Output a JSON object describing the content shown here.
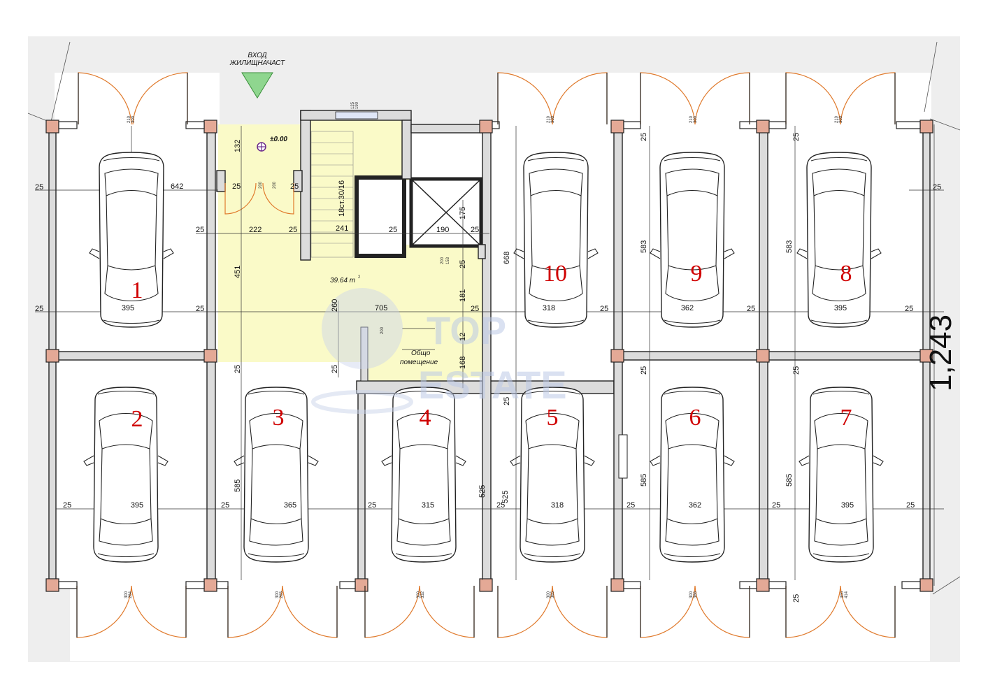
{
  "entrance": {
    "line1": "ВХОД",
    "line2": "ЖИЛИЩНАЧАСТ"
  },
  "level_mark": "±0.00",
  "stairs_label": "18ст.30/16",
  "common_area": {
    "value": "39.64 m",
    "unit_sup": "2",
    "label_line1": "Общо",
    "label_line2": "помещение"
  },
  "total_dimension": "1,243",
  "watermark": {
    "line1": "TOP",
    "line2": "ESTATE"
  },
  "colors": {
    "spot_number": "#d00000",
    "common_area_fill": "#fafac8",
    "door_arc": "#e07a2c",
    "column": "#e4a996"
  },
  "parking_spots": [
    {
      "number": "1",
      "width": "395"
    },
    {
      "number": "2",
      "width": "395"
    },
    {
      "number": "3",
      "width": "365"
    },
    {
      "number": "4",
      "width": "315"
    },
    {
      "number": "5",
      "width": "318"
    },
    {
      "number": "6",
      "width": "362"
    },
    {
      "number": "7",
      "width": "395"
    },
    {
      "number": "8",
      "width": "395"
    },
    {
      "number": "9",
      "width": "362"
    },
    {
      "number": "10",
      "width": "318"
    }
  ],
  "dimensions": {
    "d642": "642",
    "d132": "132",
    "d222": "222",
    "d241": "241",
    "d190": "190",
    "d175": "175",
    "d451": "451",
    "d705": "705",
    "d181": "181",
    "d12": "12",
    "d168": "168",
    "d260": "260",
    "d668": "668",
    "d583a": "583",
    "d583b": "583",
    "d585a": "585",
    "d585b": "585",
    "d585c": "585",
    "d525a": "525",
    "d525b": "525",
    "d25": "25",
    "d200": "200",
    "d153": "153"
  },
  "door_labels": {
    "top1": [
      "210",
      "300"
    ],
    "top2": [
      "210",
      "300"
    ],
    "top3": [
      "210",
      "300"
    ],
    "top4": [
      "210",
      "300"
    ],
    "bot1": [
      "264",
      "300"
    ],
    "bot2": [
      "265",
      "300"
    ],
    "bot3": [
      "332",
      "300"
    ],
    "bot4": [
      "365",
      "300"
    ],
    "bot5": [
      "366",
      "300"
    ],
    "bot6": [
      "414",
      "300"
    ],
    "window": [
      "190",
      "125"
    ]
  }
}
